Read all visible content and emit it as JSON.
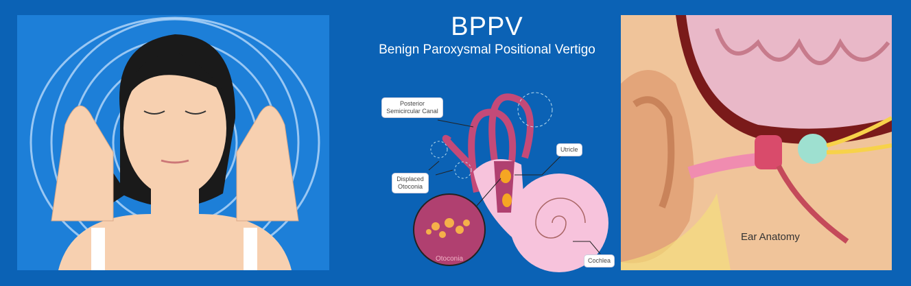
{
  "header": {
    "title": "BPPV",
    "subtitle": "Benign Paroxysmal Positional Vertigo"
  },
  "labels": {
    "posterior_canal": "Posterior Semicircular Canal",
    "displaced_otoconia": "Displaced Otoconia",
    "utricle": "Utricle",
    "otoconia": "Otoconia",
    "cochlea": "Cochlea",
    "ear_anatomy": "Ear Anatomy"
  },
  "colors": {
    "background": "#0b62b5",
    "panel": "#1a7fd6",
    "skin": "#f7d0b0",
    "inner_ear": "#f7c3dc",
    "canal": "#c44a78"
  }
}
